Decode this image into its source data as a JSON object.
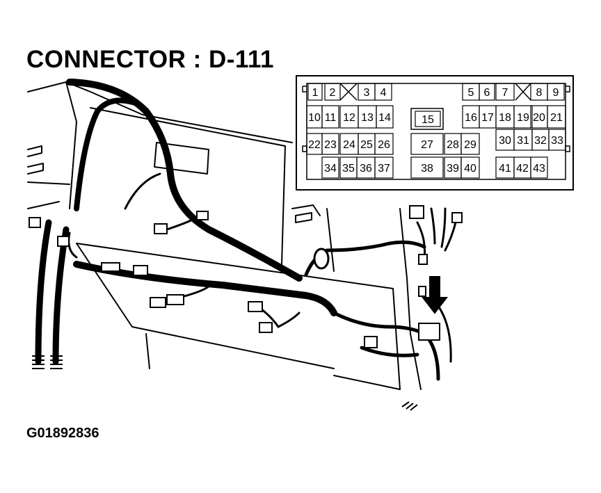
{
  "title": "CONNECTOR : D-111",
  "figure_id": "G01892836",
  "connector": {
    "pins": [
      {
        "n": "1"
      },
      {
        "n": "2"
      },
      {
        "n": "3"
      },
      {
        "n": "4"
      },
      {
        "n": "5"
      },
      {
        "n": "6"
      },
      {
        "n": "7"
      },
      {
        "n": "8"
      },
      {
        "n": "9"
      },
      {
        "n": "10"
      },
      {
        "n": "11"
      },
      {
        "n": "12"
      },
      {
        "n": "13"
      },
      {
        "n": "14"
      },
      {
        "n": "15"
      },
      {
        "n": "16"
      },
      {
        "n": "17"
      },
      {
        "n": "18"
      },
      {
        "n": "19"
      },
      {
        "n": "20"
      },
      {
        "n": "21"
      },
      {
        "n": "22"
      },
      {
        "n": "23"
      },
      {
        "n": "24"
      },
      {
        "n": "25"
      },
      {
        "n": "26"
      },
      {
        "n": "27"
      },
      {
        "n": "28"
      },
      {
        "n": "29"
      },
      {
        "n": "30"
      },
      {
        "n": "31"
      },
      {
        "n": "32"
      },
      {
        "n": "33"
      },
      {
        "n": "34"
      },
      {
        "n": "35"
      },
      {
        "n": "36"
      },
      {
        "n": "37"
      },
      {
        "n": "38"
      },
      {
        "n": "39"
      },
      {
        "n": "40"
      },
      {
        "n": "41"
      },
      {
        "n": "42"
      },
      {
        "n": "43"
      }
    ]
  }
}
